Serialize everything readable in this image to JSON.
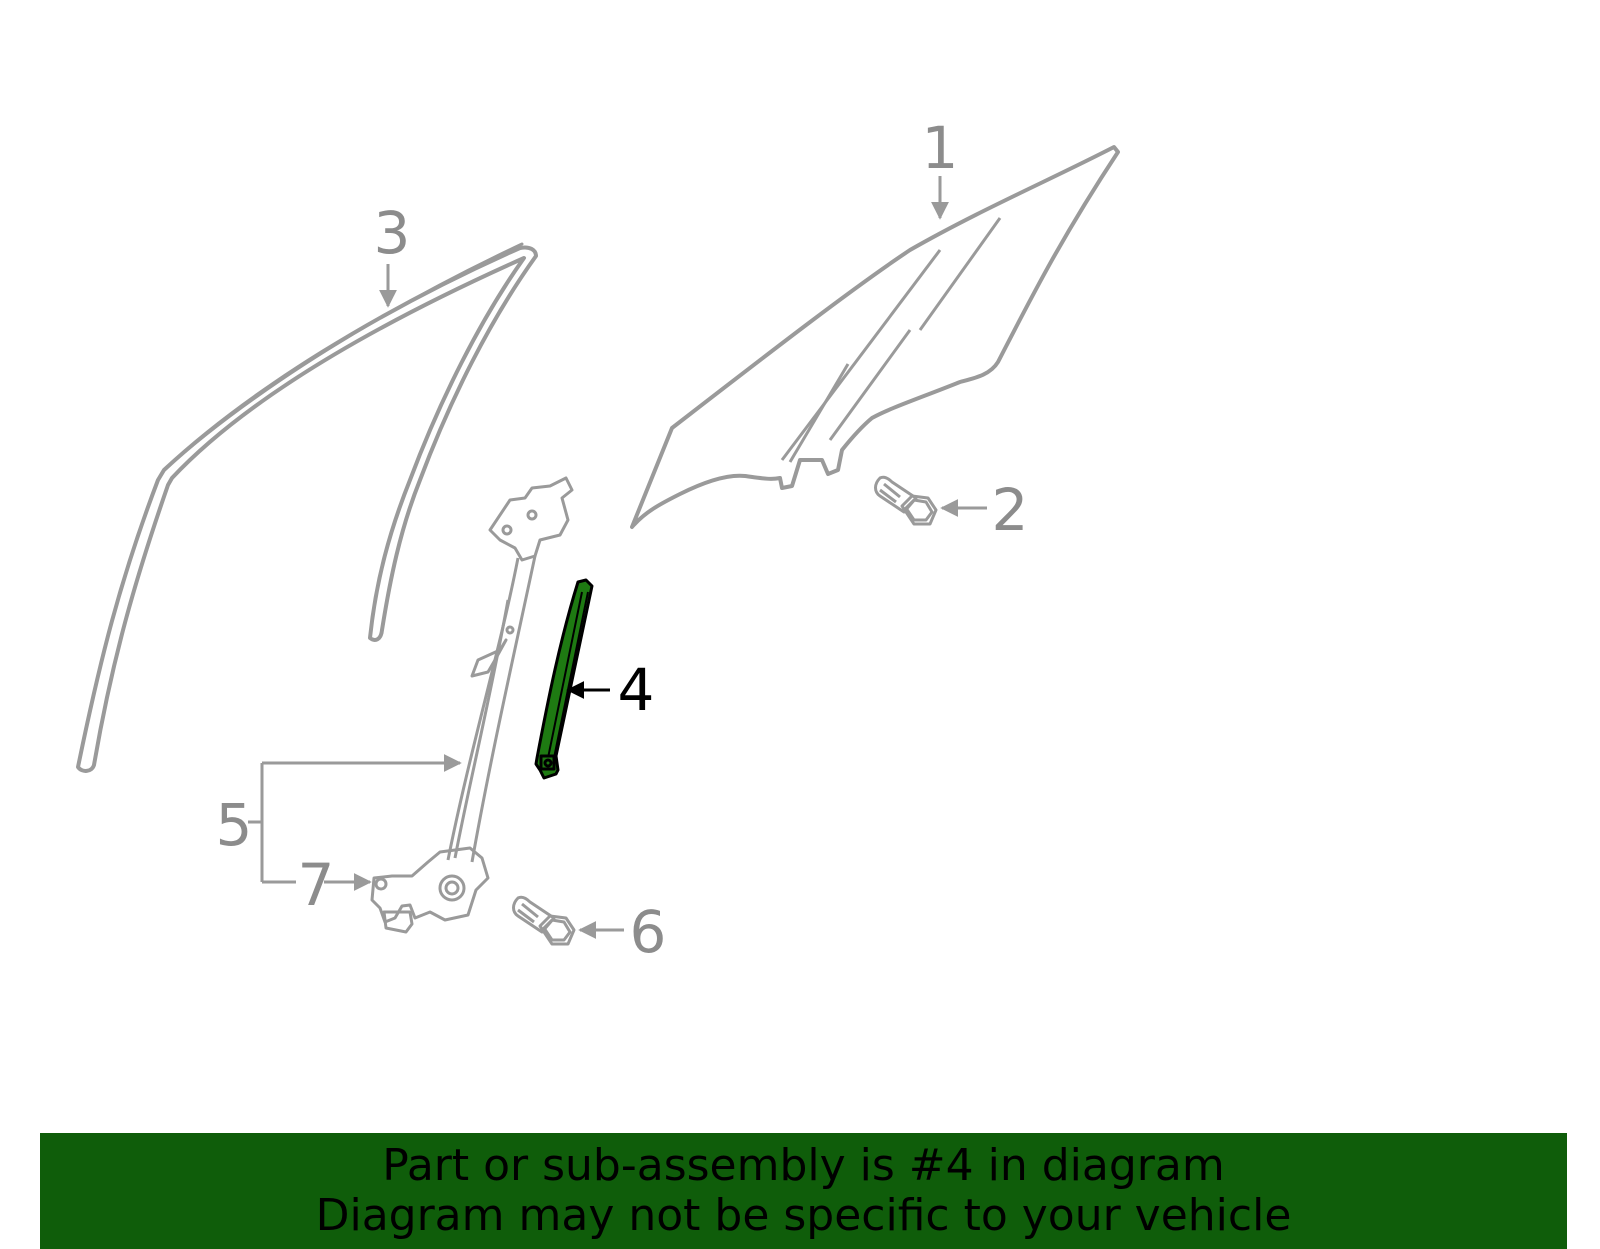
{
  "diagram": {
    "callouts": [
      {
        "id": "1",
        "label": "1"
      },
      {
        "id": "2",
        "label": "2"
      },
      {
        "id": "3",
        "label": "3"
      },
      {
        "id": "4",
        "label": "4"
      },
      {
        "id": "5",
        "label": "5"
      },
      {
        "id": "6",
        "label": "6"
      },
      {
        "id": "7",
        "label": "7"
      }
    ],
    "highlighted_part": "4",
    "colors": {
      "line": "#9a9a9a",
      "highlight_fill": "#1e7a12",
      "highlight_stroke": "#000000",
      "banner_bg": "#0f5d0a",
      "text_muted": "#8c8c8c",
      "text_active": "#000000"
    }
  },
  "banner": {
    "line1": "Part or sub-assembly is #4 in diagram",
    "line2": "Diagram may not be specific to your vehicle"
  }
}
